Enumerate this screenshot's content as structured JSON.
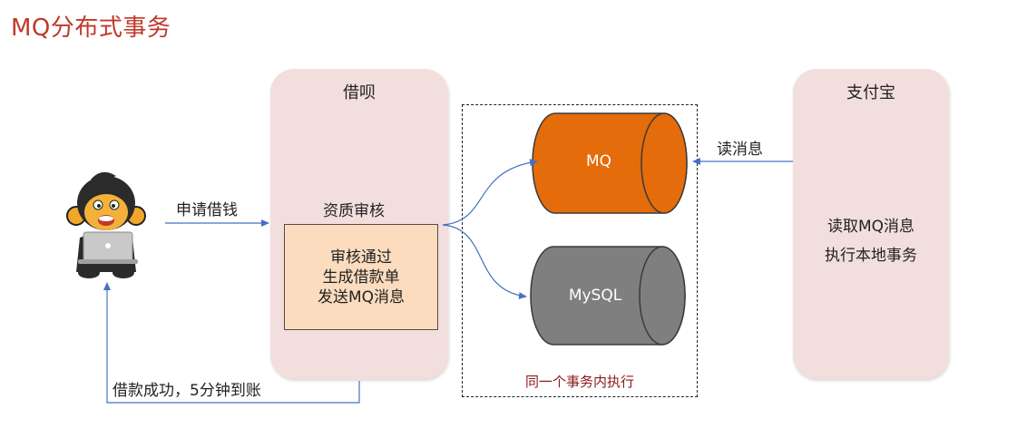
{
  "title": "MQ分布式事务",
  "jiebei": {
    "title": "借呗",
    "review_label": "资质审核",
    "box_lines": [
      "审核通过",
      "生成借款单",
      "发送MQ消息"
    ]
  },
  "alipay": {
    "title": "支付宝",
    "lines": [
      "读取MQ消息",
      "执行本地事务"
    ]
  },
  "edges": {
    "apply": "申请借钱",
    "read": "读消息",
    "success": "借款成功，5分钟到账"
  },
  "cylinders": {
    "mq": {
      "label": "MQ",
      "color": "#e46c0a"
    },
    "mysql": {
      "label": "MySQL",
      "color": "#7f7f7f"
    }
  },
  "transaction_note": "同一个事务内执行",
  "icons": {
    "user": "monkey-laptop-icon"
  }
}
